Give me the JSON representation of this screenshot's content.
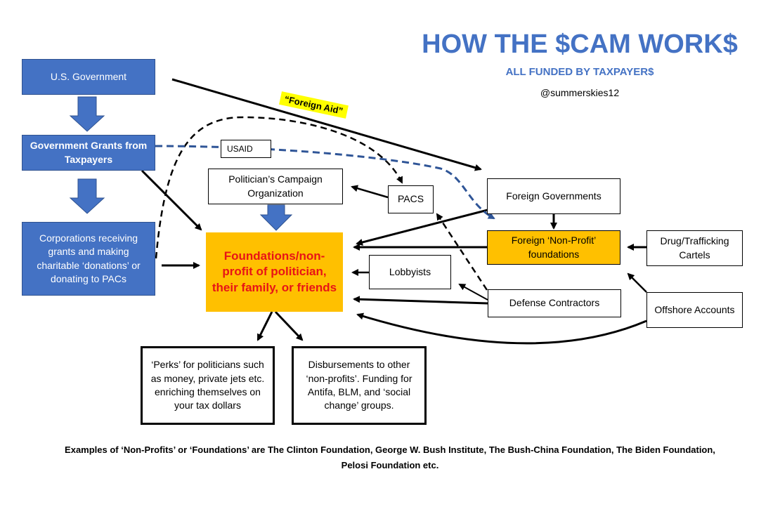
{
  "header": {
    "title": "HOW THE $CAM WORK$",
    "subtitle": "ALL FUNDED BY TAXPAYER$",
    "handle": "@summerskies12"
  },
  "labels": {
    "foreign_aid": "“Foreign Aid”",
    "usaid": "USAID"
  },
  "nodes": {
    "us_government": "U.S. Government",
    "government_grants": "Government Grants from Taxpayers",
    "corporations": "Corporations receiving grants and making charitable ‘donations’ or donating to PACs",
    "campaign_org": "Politician’s Campaign Organization",
    "pacs": "PACS",
    "foundations": "Foundations/non-profit of politician, their family, or friends",
    "lobbyists": "Lobbyists",
    "foreign_governments": "Foreign Governments",
    "foreign_nonprofit": "Foreign ‘Non-Profit’ foundations",
    "drug_cartels": "Drug/Trafficking Cartels",
    "defense_contractors": "Defense Contractors",
    "offshore_accounts": "Offshore Accounts",
    "perks": "‘Perks’ for politicians such as money, private jets etc. enriching themselves on your tax dollars",
    "disbursements": "Disbursements to other ‘non-profits’. Funding for Antifa, BLM, and ‘social change’ groups."
  },
  "footer": {
    "text": "Examples of ‘Non-Profits’ or ‘Foundations’ are The Clinton Foundation, George W. Bush Institute, The Bush-China Foundation, The Biden Foundation, Pelosi Foundation etc."
  },
  "colors": {
    "blue": "#4472c4",
    "orange": "#ffc000",
    "red_text": "#e81416",
    "dashed_blue": "#2f5597",
    "highlight_yellow": "#ffff00"
  }
}
